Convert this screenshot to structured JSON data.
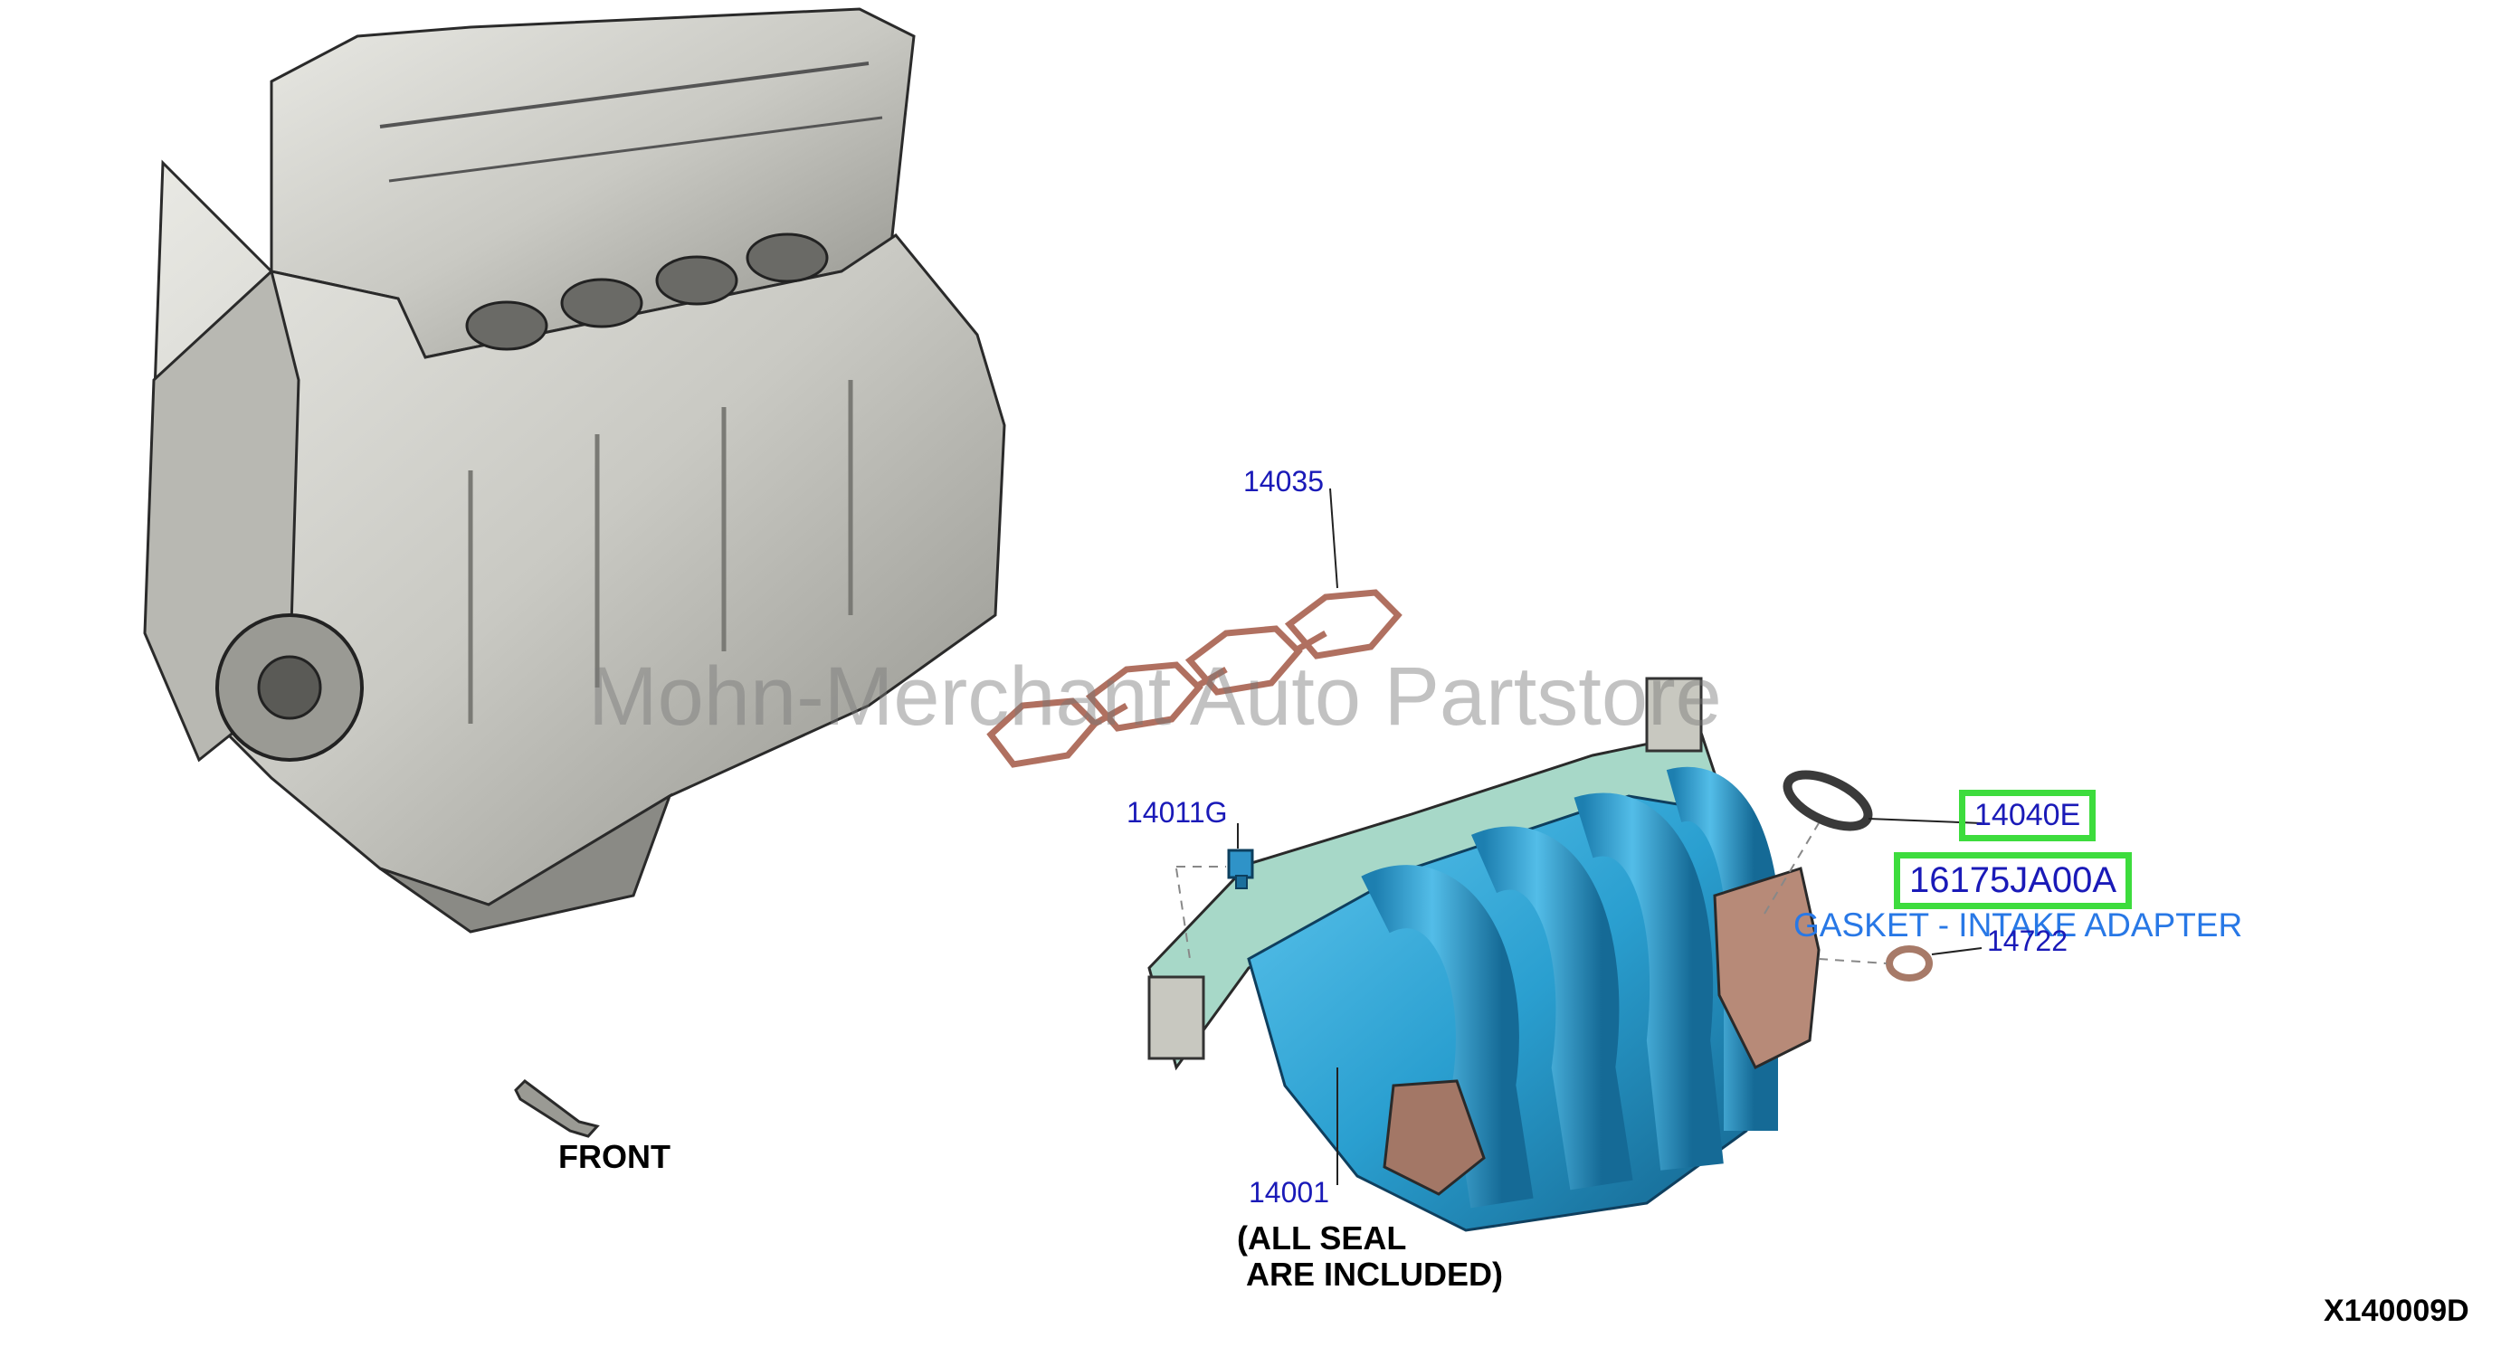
{
  "labels": {
    "p14035": "14035",
    "p14011g": "14011G",
    "p14040e": "14040E",
    "p16175": "16175JA00A",
    "desc": "GASKET - INTAKE ADAPTER",
    "p14722": "14722",
    "p14001": "14001",
    "note1": "(ALL SEAL",
    "note2": "ARE INCLUDED)",
    "front": "FRONT",
    "code": "X140009D"
  },
  "watermark": "Mohn-Merchant Auto Partstore",
  "colors": {
    "callout": "#1a1ab8",
    "highlight": "#3ddc3d",
    "description": "#2878e6",
    "manifold": "#2a9fd0",
    "gasket": "#b07060"
  }
}
